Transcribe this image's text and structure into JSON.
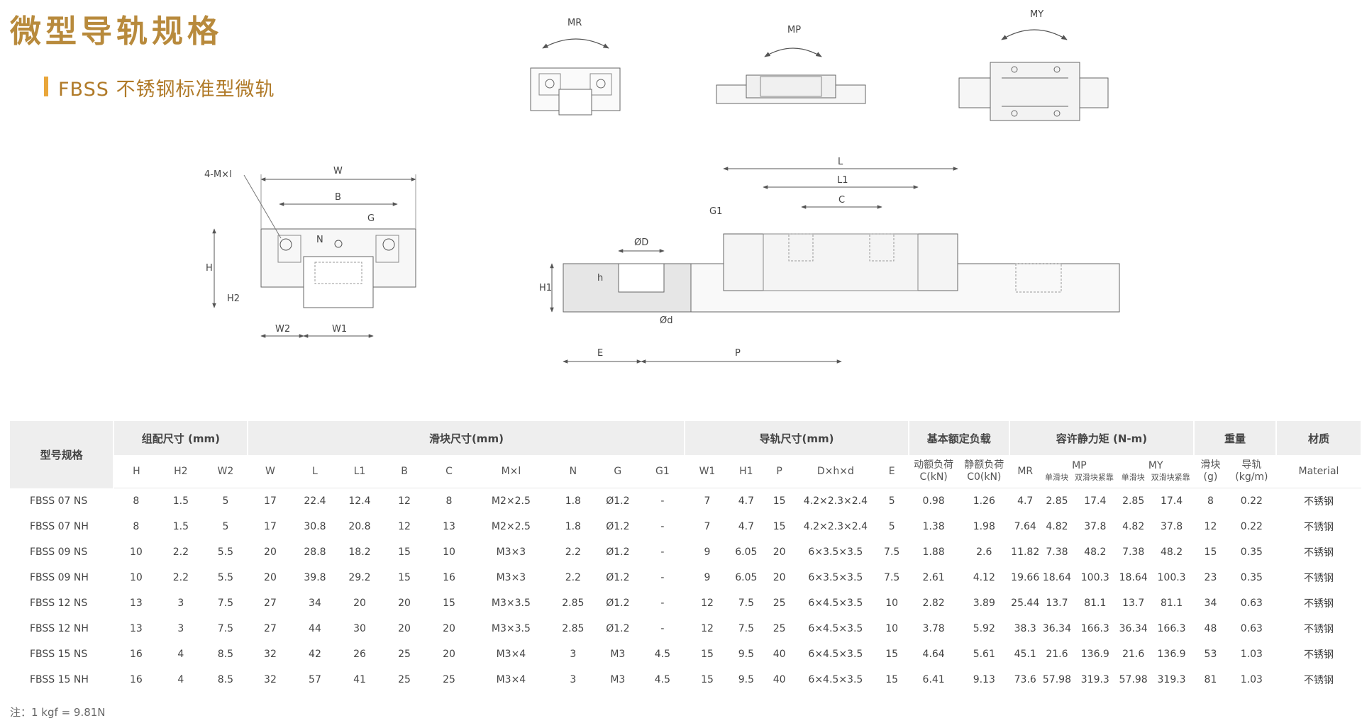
{
  "page": {
    "title": "微型导轨规格",
    "subtitle": "FBSS 不锈钢标准型微轨",
    "note": "注：1 kgf = 9.81N",
    "accent_color": "#b88a3c"
  },
  "diagram": {
    "moment_labels": {
      "mr": "MR",
      "mp": "MP",
      "my": "MY"
    },
    "section_labels": {
      "mxl": "4-M×l",
      "w": "W",
      "b": "B",
      "g": "G",
      "n": "N",
      "h": "H",
      "h2": "H2",
      "w2": "W2",
      "w1": "W1"
    },
    "side_labels": {
      "l": "L",
      "l1": "L1",
      "c": "C",
      "g1": "G1",
      "od": "ØD",
      "h_small": "h",
      "h1": "H1",
      "d": "Ød",
      "e": "E",
      "p": "P"
    }
  },
  "table": {
    "model_header": "型号规格",
    "groups": [
      {
        "label": "组配尺寸 (mm)"
      },
      {
        "label": "滑块尺寸(mm)"
      },
      {
        "label": "导轨尺寸(mm)"
      },
      {
        "label": "基本额定负载"
      },
      {
        "label": "容许静力矩 (N-m)"
      },
      {
        "label": "重量"
      },
      {
        "label": "材质"
      }
    ],
    "columns": {
      "h": "H",
      "h2": "H2",
      "w2": "W2",
      "w": "W",
      "l": "L",
      "l1": "L1",
      "b": "B",
      "c": "C",
      "mxl": "M×l",
      "n": "N",
      "g": "G",
      "g1": "G1",
      "w1": "W1",
      "h1": "H1",
      "p": "P",
      "dhd": "D×h×d",
      "e": "E",
      "dyn_1": "动额负荷",
      "dyn_2": "C(kN)",
      "sta_1": "静额负荷",
      "sta_2": "C0(kN)",
      "mr": "MR",
      "mp": "MP",
      "mp_single": "单滑块",
      "mp_double": "双滑块紧靠",
      "my": "MY",
      "my_single": "单滑块",
      "my_double": "双滑块紧靠",
      "block_1": "滑块",
      "block_2": "(g)",
      "rail_1": "导轨",
      "rail_2": "(kg/m)",
      "material": "Material"
    },
    "rows": [
      [
        "FBSS 07 NS",
        "8",
        "1.5",
        "5",
        "17",
        "22.4",
        "12.4",
        "12",
        "8",
        "M2×2.5",
        "1.8",
        "Ø1.2",
        "-",
        "7",
        "4.7",
        "15",
        "4.2×2.3×2.4",
        "5",
        "0.98",
        "1.26",
        "4.7",
        "2.85",
        "17.4",
        "2.85",
        "17.4",
        "8",
        "0.22",
        "不锈钢"
      ],
      [
        "FBSS 07 NH",
        "8",
        "1.5",
        "5",
        "17",
        "30.8",
        "20.8",
        "12",
        "13",
        "M2×2.5",
        "1.8",
        "Ø1.2",
        "-",
        "7",
        "4.7",
        "15",
        "4.2×2.3×2.4",
        "5",
        "1.38",
        "1.98",
        "7.64",
        "4.82",
        "37.8",
        "4.82",
        "37.8",
        "12",
        "0.22",
        "不锈钢"
      ],
      [
        "FBSS 09 NS",
        "10",
        "2.2",
        "5.5",
        "20",
        "28.8",
        "18.2",
        "15",
        "10",
        "M3×3",
        "2.2",
        "Ø1.2",
        "-",
        "9",
        "6.05",
        "20",
        "6×3.5×3.5",
        "7.5",
        "1.88",
        "2.6",
        "11.82",
        "7.38",
        "48.2",
        "7.38",
        "48.2",
        "15",
        "0.35",
        "不锈钢"
      ],
      [
        "FBSS 09 NH",
        "10",
        "2.2",
        "5.5",
        "20",
        "39.8",
        "29.2",
        "15",
        "16",
        "M3×3",
        "2.2",
        "Ø1.2",
        "-",
        "9",
        "6.05",
        "20",
        "6×3.5×3.5",
        "7.5",
        "2.61",
        "4.12",
        "19.66",
        "18.64",
        "100.3",
        "18.64",
        "100.3",
        "23",
        "0.35",
        "不锈钢"
      ],
      [
        "FBSS 12 NS",
        "13",
        "3",
        "7.5",
        "27",
        "34",
        "20",
        "20",
        "15",
        "M3×3.5",
        "2.85",
        "Ø1.2",
        "-",
        "12",
        "7.5",
        "25",
        "6×4.5×3.5",
        "10",
        "2.82",
        "3.89",
        "25.44",
        "13.7",
        "81.1",
        "13.7",
        "81.1",
        "34",
        "0.63",
        "不锈钢"
      ],
      [
        "FBSS 12 NH",
        "13",
        "3",
        "7.5",
        "27",
        "44",
        "30",
        "20",
        "20",
        "M3×3.5",
        "2.85",
        "Ø1.2",
        "-",
        "12",
        "7.5",
        "25",
        "6×4.5×3.5",
        "10",
        "3.78",
        "5.92",
        "38.3",
        "36.34",
        "166.3",
        "36.34",
        "166.3",
        "48",
        "0.63",
        "不锈钢"
      ],
      [
        "FBSS 15 NS",
        "16",
        "4",
        "8.5",
        "32",
        "42",
        "26",
        "25",
        "20",
        "M3×4",
        "3",
        "M3",
        "4.5",
        "15",
        "9.5",
        "40",
        "6×4.5×3.5",
        "15",
        "4.64",
        "5.61",
        "45.1",
        "21.6",
        "136.9",
        "21.6",
        "136.9",
        "53",
        "1.03",
        "不锈钢"
      ],
      [
        "FBSS 15 NH",
        "16",
        "4",
        "8.5",
        "32",
        "57",
        "41",
        "25",
        "25",
        "M3×4",
        "3",
        "M3",
        "4.5",
        "15",
        "9.5",
        "40",
        "6×4.5×3.5",
        "15",
        "6.41",
        "9.13",
        "73.6",
        "57.98",
        "319.3",
        "57.98",
        "319.3",
        "81",
        "1.03",
        "不锈钢"
      ]
    ]
  }
}
